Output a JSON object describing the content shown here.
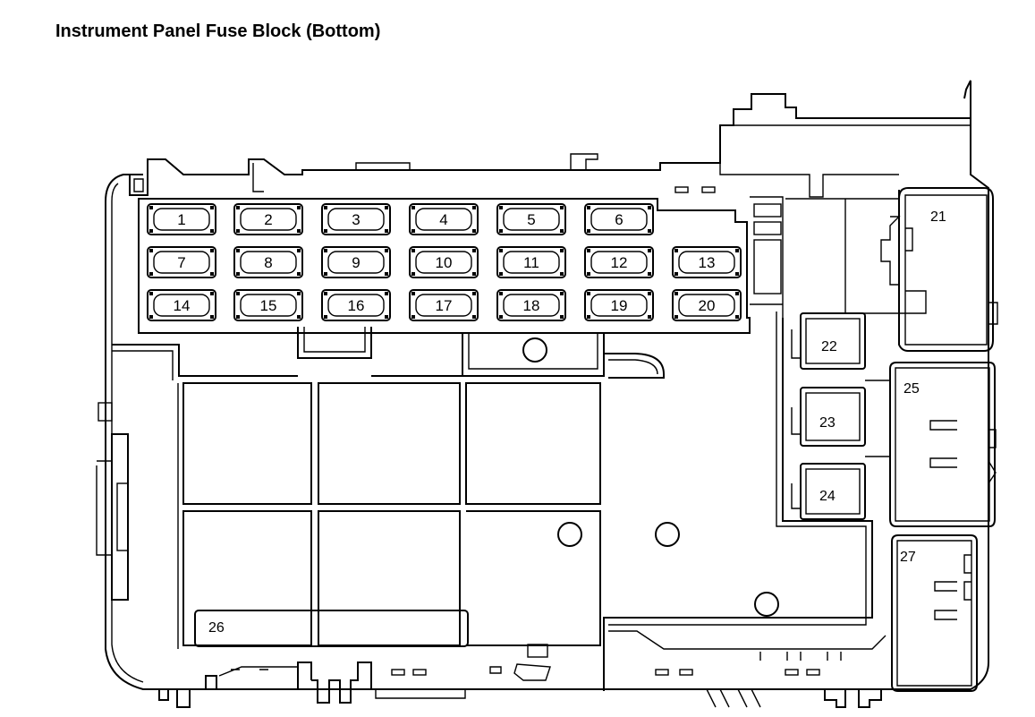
{
  "title": "Instrument Panel Fuse Block (Bottom)",
  "fuses": [
    "1",
    "2",
    "3",
    "4",
    "5",
    "6",
    "7",
    "8",
    "9",
    "10",
    "11",
    "12",
    "13",
    "14",
    "15",
    "16",
    "17",
    "18",
    "19",
    "20"
  ],
  "relays": [
    "21",
    "22",
    "23",
    "24",
    "25",
    "27"
  ],
  "bay_26": "26"
}
